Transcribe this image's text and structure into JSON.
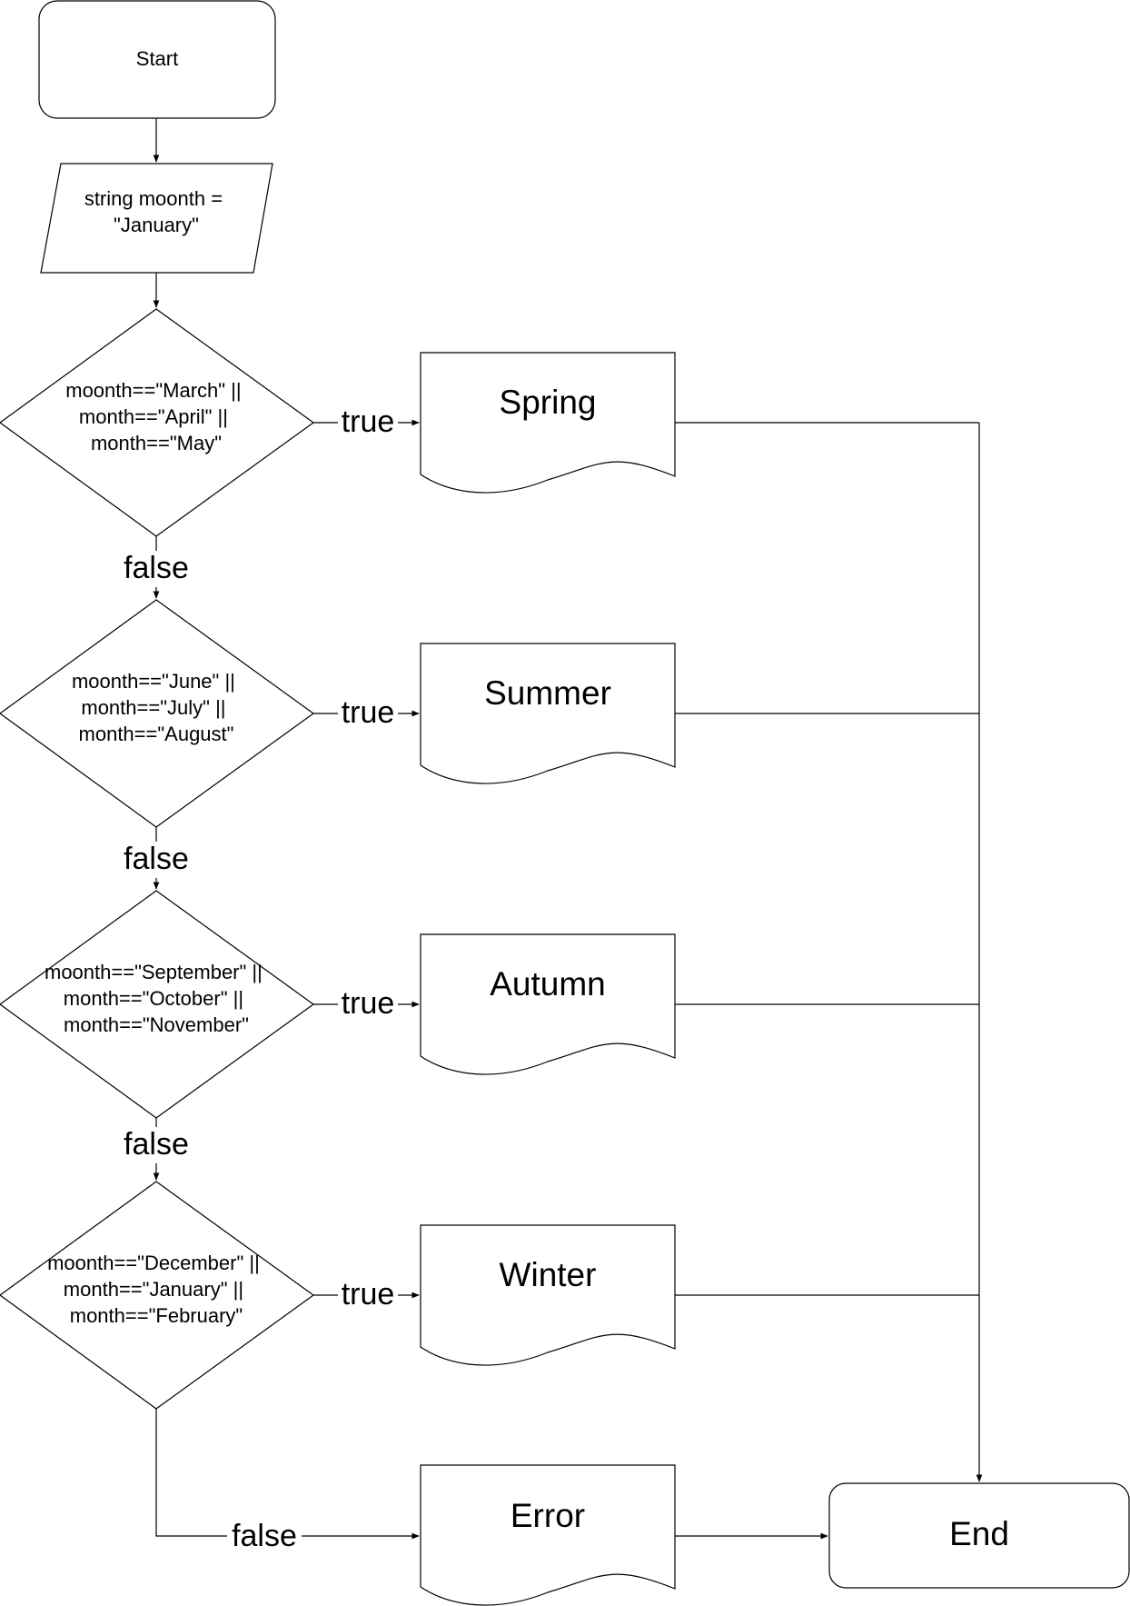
{
  "nodes": {
    "start": "Start",
    "input": [
      "string moonth =",
      "\"January\""
    ],
    "decision_1": [
      "moonth==\"March\" ||",
      "month==\"April\" ||",
      "month==\"May\""
    ],
    "decision_2": [
      "moonth==\"June\" ||",
      "month==\"July\" ||",
      "month==\"August\""
    ],
    "decision_3": [
      "moonth==\"September\" ||",
      "month==\"October\" ||",
      "month==\"November\""
    ],
    "decision_4": [
      "moonth==\"December\" ||",
      "month==\"January\" ||",
      "month==\"February\""
    ],
    "output_spring": "Spring",
    "output_summer": "Summer",
    "output_autumn": "Autumn",
    "output_winter": "Winter",
    "output_error": "Error",
    "end": "End"
  },
  "edges": {
    "true_label": "true",
    "false_label": "false"
  }
}
